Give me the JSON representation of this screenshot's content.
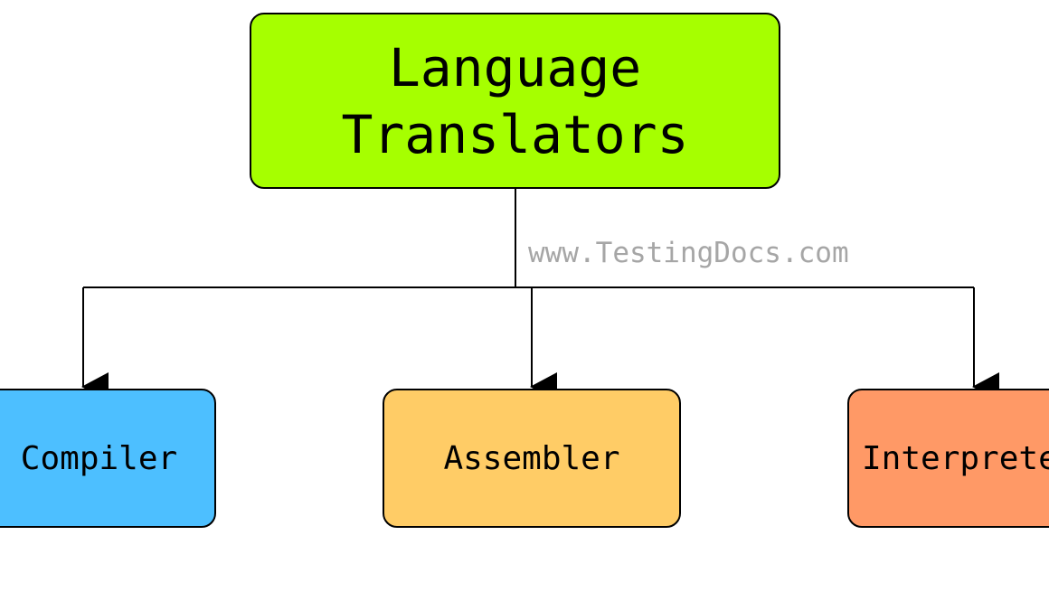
{
  "diagram": {
    "root": {
      "label": "Language Translators",
      "fill": "#a6ff00"
    },
    "children": [
      {
        "id": "compiler",
        "label": "Compiler",
        "fill": "#4dbfff"
      },
      {
        "id": "assembler",
        "label": "Assembler",
        "fill": "#ffcc66"
      },
      {
        "id": "interpreter",
        "label": "Interpreter",
        "fill": "#ff9966"
      }
    ],
    "edges": [
      {
        "from": "root",
        "to": "compiler"
      },
      {
        "from": "root",
        "to": "assembler"
      },
      {
        "from": "root",
        "to": "interpreter"
      }
    ],
    "line_color": "#000000"
  },
  "watermark": {
    "text": "www.TestingDocs.com",
    "color": "#a6a6a6"
  }
}
